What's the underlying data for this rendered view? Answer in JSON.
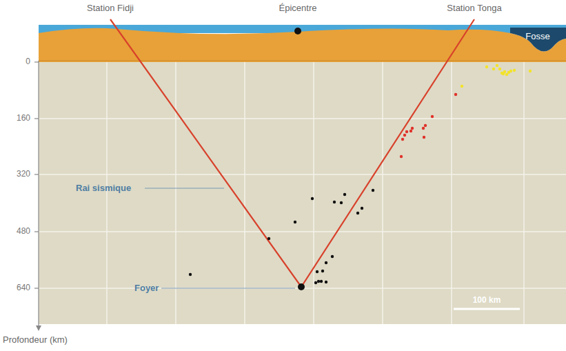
{
  "diagram": {
    "labels": [
      "Station Fidji",
      "Épicentre",
      "Station Tonga",
      "Fosse",
      "0",
      "160",
      "320",
      "480",
      "640",
      "Rai sismique",
      "Foyer",
      "100 km",
      "Profondeur (km)"
    ]
  }
}
